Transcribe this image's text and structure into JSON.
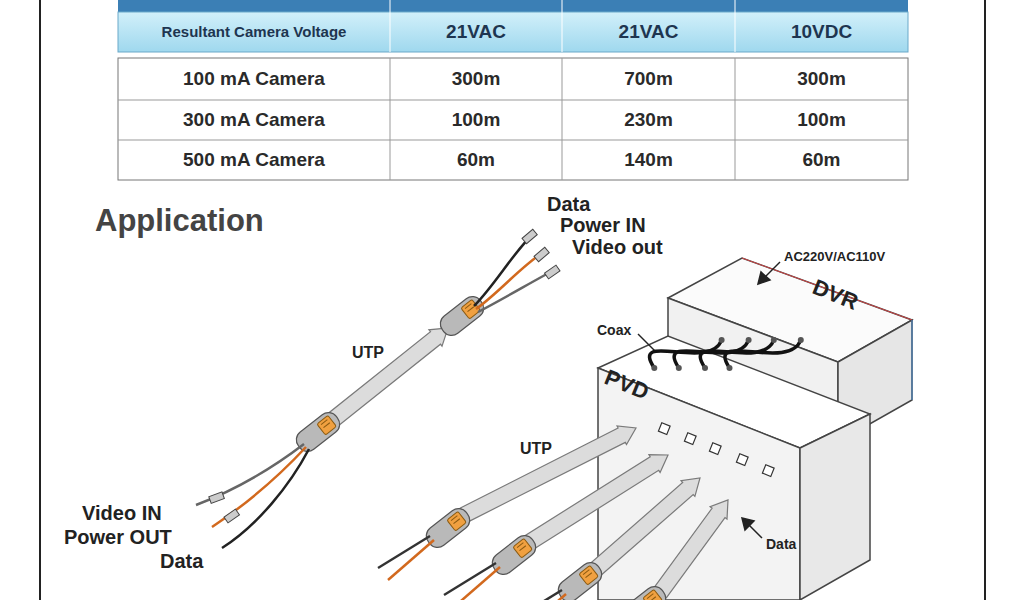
{
  "diagram": {
    "title": "Application",
    "nodes": [
      {
        "text": [
          "DVR"
        ]
      },
      {
        "text": [
          "PVD"
        ]
      }
    ],
    "edges": [
      {
        "from": 1,
        "to": 0,
        "arrow": "none"
      },
      {
        "from": 1,
        "to": 0,
        "arrow": "none"
      },
      {
        "from": 1,
        "to": 0,
        "arrow": "none"
      },
      {
        "from": 1,
        "to": 0,
        "arrow": "none"
      }
    ],
    "labels": [
      "Resultant Camera Voltage",
      "21VAC",
      "21VAC",
      "10VDC",
      "100 mA Camera",
      "300m",
      "700m",
      "300m",
      "300 mA Camera",
      "100m",
      "230m",
      "100m",
      "500 mA Camera",
      "60m",
      "140m",
      "60m",
      "Data",
      "Power IN",
      "Video out",
      "UTP",
      "Video IN",
      "Power OUT",
      "Data",
      "AC220V/AC110V",
      "Coax",
      "UTP",
      "Data"
    ]
  }
}
